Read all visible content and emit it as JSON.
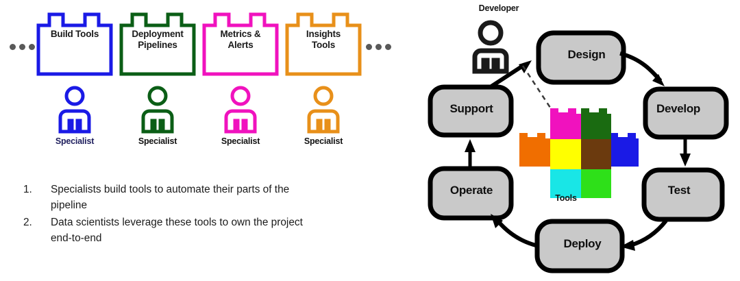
{
  "left": {
    "ellipsis_left": [
      "dot",
      "dot",
      "dot"
    ],
    "ellipsis_right": [
      "dot",
      "dot",
      "dot"
    ],
    "bricks": [
      {
        "label_line1": "Build Tools",
        "label_line2": "",
        "color": "#1a1ae6",
        "person_caption": "Specialist",
        "caption_color": "#1f1f5e"
      },
      {
        "label_line1": "Deployment",
        "label_line2": "Pipelines",
        "color": "#0b5e16",
        "person_caption": "Specialist",
        "caption_color": "#111111"
      },
      {
        "label_line1": "Metrics &",
        "label_line2": "Alerts",
        "color": "#f012be",
        "person_caption": "Specialist",
        "caption_color": "#111111"
      },
      {
        "label_line1": "Insights",
        "label_line2": "Tools",
        "color": "#e8901a",
        "person_caption": "Specialist",
        "caption_color": "#111111"
      }
    ],
    "notes": [
      {
        "num": "1.",
        "text": "Specialists build tools to automate their parts of the pipeline"
      },
      {
        "num": "2.",
        "text": "Data scientists leverage these tools to own the project end-to-end"
      }
    ]
  },
  "right": {
    "developer_label": "Developer",
    "tools_label": "Tools",
    "stages": [
      {
        "id": "design",
        "label": "Design"
      },
      {
        "id": "develop",
        "label": "Develop"
      },
      {
        "id": "test",
        "label": "Test"
      },
      {
        "id": "deploy",
        "label": "Deploy"
      },
      {
        "id": "operate",
        "label": "Operate"
      },
      {
        "id": "support",
        "label": "Support"
      }
    ],
    "stage_fill": "#c9c9c9",
    "stage_stroke": "#000000",
    "lego_colors": {
      "top_left": "#f012be",
      "top_right": "#1a6b11",
      "mid_left": "#ffff00",
      "mid_right": "#6b3a0e",
      "bottom_left": "#19e6e6",
      "bottom_right": "#2ee019",
      "left_side": "#f06e00",
      "right_side": "#1a1ae6"
    }
  }
}
